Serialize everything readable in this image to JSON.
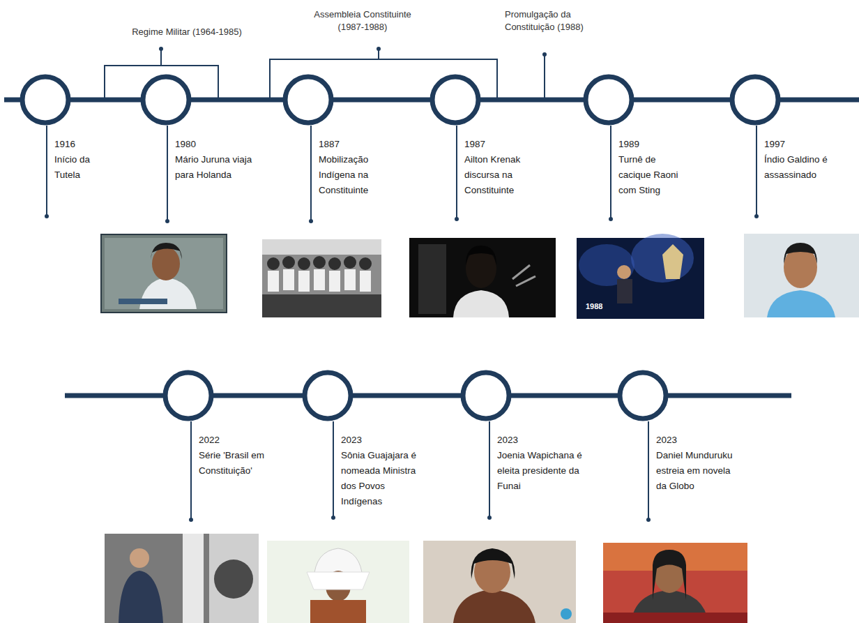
{
  "diagram": {
    "nodes": [
      {
        "text": [
          "1916",
          "Início da Tutela"
        ]
      },
      {
        "text": [
          "1980",
          "Mário Juruna viaja para Holanda"
        ]
      },
      {
        "text": [
          "1887",
          "Mobilização Indígena na Constituinte"
        ]
      },
      {
        "text": [
          "1987",
          "Ailton Krenak discursa na Constituinte"
        ]
      },
      {
        "text": [
          "1989",
          "Turnê de cacique Raoni com Sting"
        ]
      },
      {
        "text": [
          "1997",
          "Índio Galdino é assassinado"
        ]
      },
      {
        "text": [
          "2022",
          "Série 'Brasil em Constituição'"
        ]
      },
      {
        "text": [
          "2023",
          "Sônia Guajajara é nomeada Ministra dos Povos Indígenas"
        ]
      },
      {
        "text": [
          "2023",
          "Joenia Wapichana é eleita presidente da Funai"
        ]
      },
      {
        "text": [
          "2023",
          "Daniel Munduruku estreia em novela da Globo"
        ]
      }
    ],
    "edges": [
      {
        "from": 0,
        "to": 1,
        "arrow": "none"
      },
      {
        "from": 1,
        "to": 2,
        "arrow": "none"
      },
      {
        "from": 2,
        "to": 3,
        "arrow": "none"
      },
      {
        "from": 3,
        "to": 4,
        "arrow": "none"
      },
      {
        "from": 4,
        "to": 5,
        "arrow": "none"
      },
      {
        "from": 6,
        "to": 7,
        "arrow": "none"
      },
      {
        "from": 7,
        "to": 8,
        "arrow": "none"
      },
      {
        "from": 8,
        "to": 9,
        "arrow": "none"
      }
    ],
    "labels": [
      "Regime Militar (1964-1985)",
      "Assembleia Constituinte (1987-1988)",
      "Promulgação da Constituição (1988)",
      "1988"
    ]
  }
}
